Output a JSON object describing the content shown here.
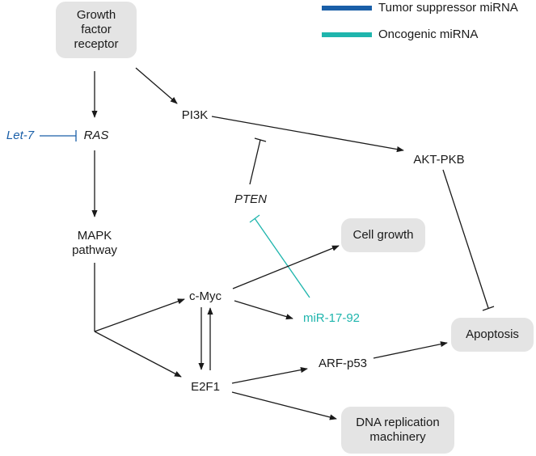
{
  "colors": {
    "tumor_suppressor": "#1a5fa8",
    "oncogenic": "#1fb5ad",
    "line": "#1a1a1a",
    "box_fill": "#e4e4e4"
  },
  "legend": {
    "tumor_suppressor_label": "Tumor suppressor miRNA",
    "oncogenic_label": "Oncogenic miRNA"
  },
  "nodes": {
    "growth_factor_receptor": "Growth\nfactor\nreceptor",
    "pi3k": "PI3K",
    "ras": "RAS",
    "let7": "Let-7",
    "akt_pkb": "AKT-PKB",
    "pten": "PTEN",
    "mapk_pathway": "MAPK\npathway",
    "cell_growth": "Cell growth",
    "c_myc": "c-Myc",
    "mir_17_92": "miR-17-92",
    "apoptosis": "Apoptosis",
    "arf_p53": "ARF-p53",
    "e2f1": "E2F1",
    "dna_replication": "DNA replication\nmachinery"
  }
}
